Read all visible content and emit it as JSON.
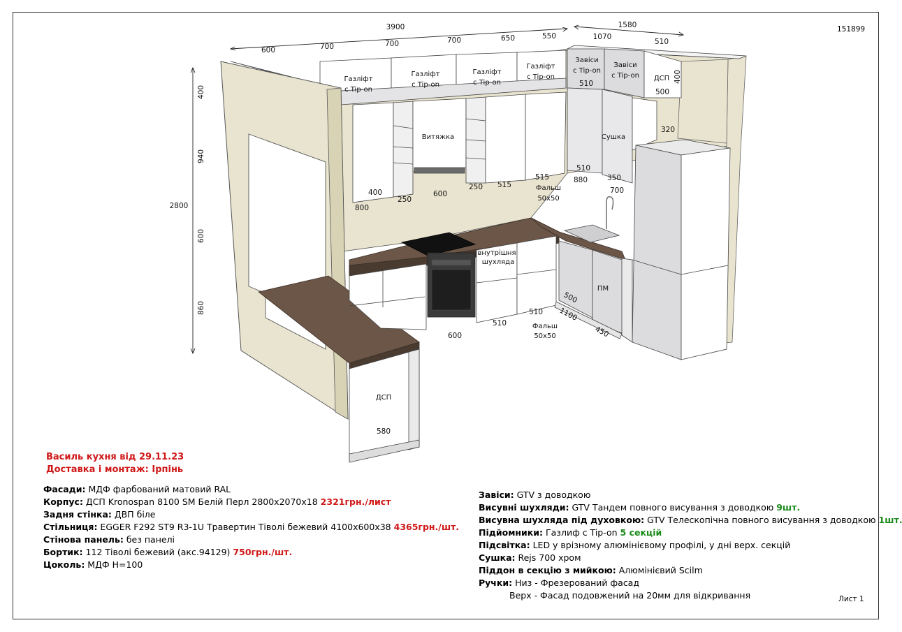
{
  "doc_number": "151899",
  "sheet_label": "Лист 1",
  "header": {
    "title": "Василь кухня від 29.11.23",
    "delivery": "Доставка і монтаж: Ірпінь"
  },
  "dimensions": {
    "total_width": "3900",
    "side_width": "1580",
    "top_run": [
      "600",
      "700",
      "700",
      "700",
      "650",
      "550"
    ],
    "side_top": [
      "1070",
      "510"
    ],
    "height_total": "2800",
    "height_parts": [
      "400",
      "940",
      "600",
      "860"
    ],
    "mid_labels": [
      "800",
      "400",
      "250",
      "600",
      "250",
      "515",
      "515",
      "510",
      "880",
      "350",
      "700",
      "510",
      "400",
      "500",
      "320"
    ],
    "base_labels": [
      "600",
      "510",
      "510",
      "500",
      "1100",
      "450",
      "580"
    ],
    "falsh_1": "Фальш",
    "falsh_1_size": "50x50",
    "falsh_2": "Фальш",
    "falsh_2_size": "50x50"
  },
  "module_labels": {
    "gaslift": "Газліфт",
    "tipon": "с Tip-on",
    "zavisy": "Завіси",
    "dsp": "ДСП",
    "vytyazhka": "Витяжка",
    "sushka": "Сушка",
    "pm": "ПМ",
    "inner_drawer_1": "внутрішня",
    "inner_drawer_2": "шухляда",
    "dsp_bottom": "ДСП"
  },
  "spec_left": [
    {
      "label": "Фасади:",
      "text": " МДФ фарбований матовий RAL",
      "price": "",
      "qty": ""
    },
    {
      "label": "Корпус:",
      "text": " ДСП Kronospan 8100 SM Белій Перл 2800х2070х18 ",
      "price": "2321грн./лист",
      "qty": ""
    },
    {
      "label": "Задня стінка:",
      "text": " ДВП біле",
      "price": "",
      "qty": ""
    },
    {
      "label": "Стільниця:",
      "text": " EGGER F292 ST9 R3-1U Травертин Тіволі бежевий 4100х600х38 ",
      "price": "4365грн./шт.",
      "qty": ""
    },
    {
      "label": "Стінова панель:",
      "text": " без панелі",
      "price": "",
      "qty": ""
    },
    {
      "label": "Бортик:",
      "text": " 112 Тіволі бежевий (акс.94129) ",
      "price": "750грн./шт.",
      "qty": ""
    },
    {
      "label": "Цоколь:",
      "text": " МДФ Н=100",
      "price": "",
      "qty": ""
    }
  ],
  "spec_right": [
    {
      "label": "Завіси:",
      "text": " GTV з доводкою",
      "price": "",
      "qty": ""
    },
    {
      "label": "Висувні шухляди:",
      "text": " GTV Тандем повного висування з доводкою ",
      "price": "",
      "qty": "9шт."
    },
    {
      "label": "Висувна шухляда під духовкою:",
      "text": " GTV Телескопічна повного висування з доводкою ",
      "price": "",
      "qty": "1шт."
    },
    {
      "label": "Підйомники:",
      "text": " Газлиф с Tip-on ",
      "price": "",
      "qty": "5 секцій"
    },
    {
      "label": "Підсвітка:",
      "text": " LED у врізному алюмінієвому профілі, у дні верх. секцій",
      "price": "",
      "qty": ""
    },
    {
      "label": "Сушка:",
      "text": " Rejs 700 хром",
      "price": "",
      "qty": ""
    },
    {
      "label": "Піддон в секцію з мийкою:",
      "text": " Алюмінієвий Scilm",
      "price": "",
      "qty": ""
    },
    {
      "label": "Ручки:",
      "text": " Низ - Фрезерований фасад",
      "price": "",
      "qty": ""
    }
  ],
  "spec_right_extra": "Верх - Фасад подовжений на 20мм для відкривання",
  "colors": {
    "wall": "#e9e4cf",
    "wall_edge": "#d9d3b6",
    "counter": "#6b5648",
    "counter_edge": "#4a3b31",
    "cabinet": "#ffffff",
    "cabinet_shade": "#d4d4d6",
    "oven": "#3a3a3a",
    "accent_red": "#d01818",
    "accent_green": "#1a8a1a"
  }
}
